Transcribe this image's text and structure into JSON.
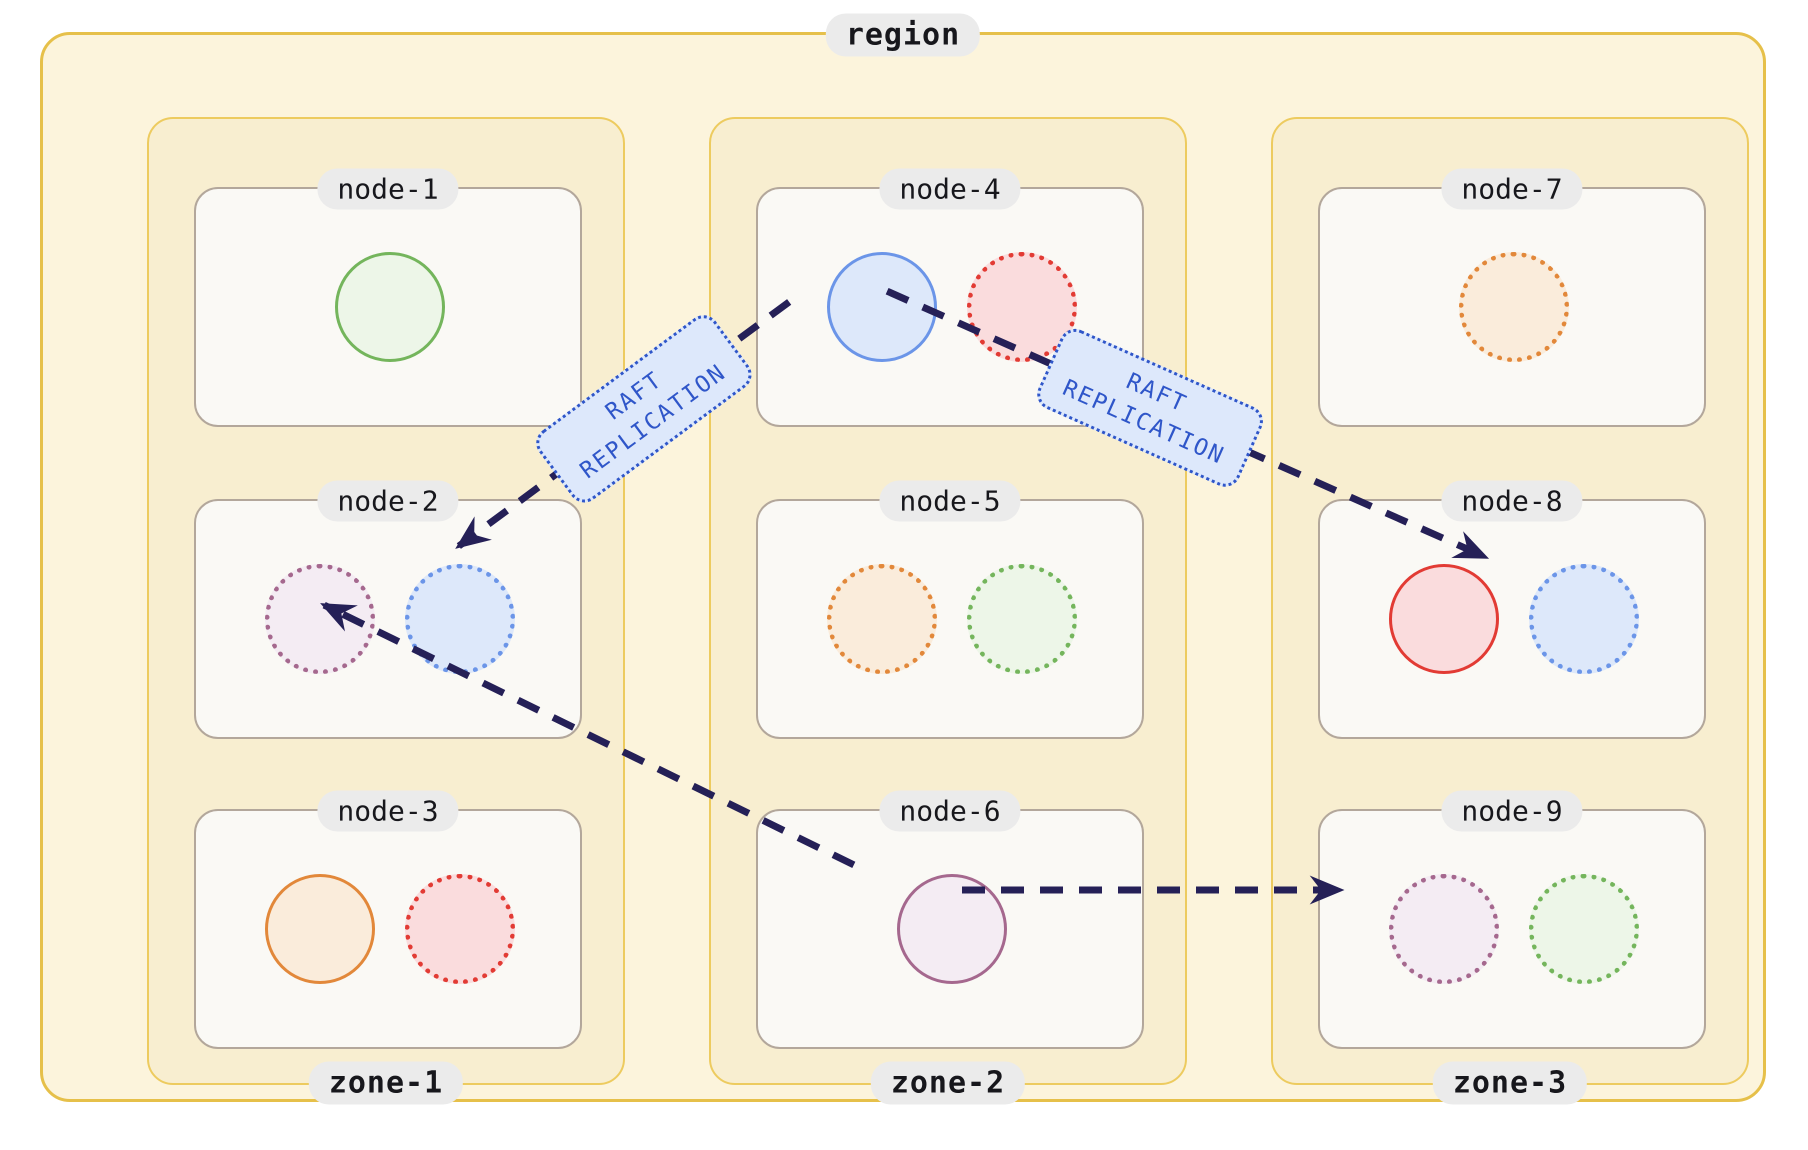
{
  "region": {
    "label": "region"
  },
  "zones": [
    {
      "label": "zone-1",
      "nodes": [
        {
          "label": "node-1",
          "replicas": [
            {
              "color": "green",
              "style": "solid"
            }
          ]
        },
        {
          "label": "node-2",
          "replicas": [
            {
              "color": "purple",
              "style": "dotted"
            },
            {
              "color": "blue",
              "style": "dotted"
            }
          ]
        },
        {
          "label": "node-3",
          "replicas": [
            {
              "color": "orange",
              "style": "solid"
            },
            {
              "color": "red",
              "style": "dotted"
            }
          ]
        }
      ]
    },
    {
      "label": "zone-2",
      "nodes": [
        {
          "label": "node-4",
          "replicas": [
            {
              "color": "blue",
              "style": "solid"
            },
            {
              "color": "red",
              "style": "dotted"
            }
          ]
        },
        {
          "label": "node-5",
          "replicas": [
            {
              "color": "orange",
              "style": "dotted"
            },
            {
              "color": "green",
              "style": "dotted"
            }
          ]
        },
        {
          "label": "node-6",
          "replicas": [
            {
              "color": "purple",
              "style": "solid"
            }
          ]
        }
      ]
    },
    {
      "label": "zone-3",
      "nodes": [
        {
          "label": "node-7",
          "replicas": [
            {
              "color": "orange",
              "style": "dotted"
            }
          ]
        },
        {
          "label": "node-8",
          "replicas": [
            {
              "color": "red",
              "style": "solid"
            },
            {
              "color": "blue",
              "style": "dotted"
            }
          ]
        },
        {
          "label": "node-9",
          "replicas": [
            {
              "color": "purple",
              "style": "dotted"
            },
            {
              "color": "green",
              "style": "dotted"
            }
          ]
        }
      ]
    }
  ],
  "arrows": [
    {
      "from": "node-4.replica-0",
      "to": "node-2.replica-1",
      "label": "RAFT REPLICATION"
    },
    {
      "from": "node-4.replica-0",
      "to": "node-8.replica-1",
      "label": "RAFT REPLICATION"
    },
    {
      "from": "node-6.replica-0",
      "to": "node-2.replica-0",
      "label": ""
    },
    {
      "from": "node-6.replica-0",
      "to": "node-9.replica-0",
      "label": ""
    }
  ],
  "palette": {
    "green": {
      "border": "#74b55c",
      "fill": "#edf6e8"
    },
    "blue": {
      "border": "#6b95e8",
      "fill": "#dde8fa"
    },
    "red": {
      "border": "#e23b34",
      "fill": "#fadcdd"
    },
    "orange": {
      "border": "#e2883a",
      "fill": "#faecdb"
    },
    "purple": {
      "border": "#a5688e",
      "fill": "#f4ecf3"
    },
    "arrow": "#252057",
    "raft_text": "#2f56c9",
    "raft_bg": "#dde8fb"
  }
}
